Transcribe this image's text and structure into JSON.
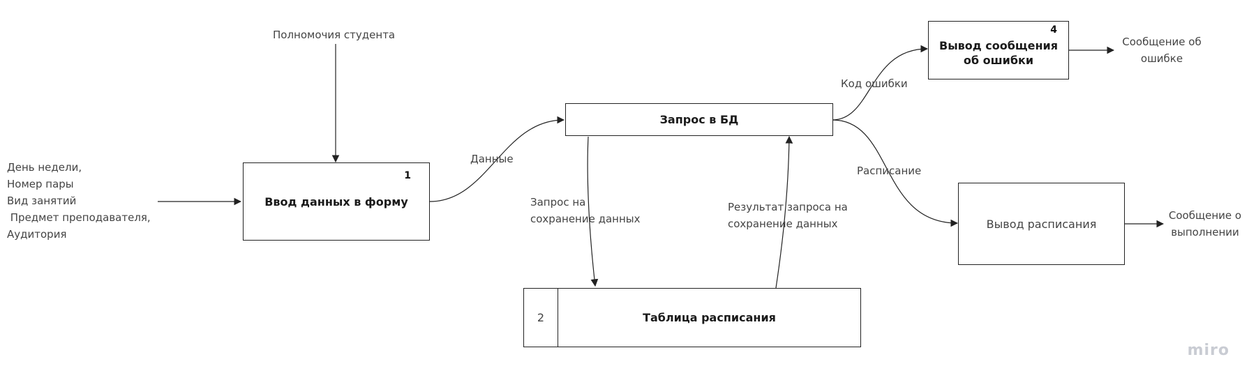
{
  "input_labels": [
    "День недели,",
    "Номер пары",
    "Вид занятий",
    " Предмет преподавателя,",
    "Аудитория"
  ],
  "top_label": "Полномочия студента",
  "boxes": {
    "input_form": {
      "title": "Ввод данных в форму",
      "number": "1"
    },
    "db_query": {
      "title": "Запрос в БД"
    },
    "schedule_table": {
      "title": "Таблица расписания",
      "number": "2"
    },
    "error_output": {
      "title": "Вывод сообщения об ошибки",
      "number": "4"
    },
    "schedule_output": {
      "title": "Вывод расписания"
    }
  },
  "edges": {
    "data": "Данные",
    "save_request": [
      "Запрос на",
      "сохранение данных"
    ],
    "save_result": [
      "Результат запроса на",
      "сохранение данных"
    ],
    "error_code": "Код ошибки",
    "schedule": "Расписание",
    "error_message": [
      "Сообщение об",
      "ошибке"
    ],
    "done_message": [
      "Сообщение о",
      "выполнении"
    ]
  },
  "watermark": "miro"
}
